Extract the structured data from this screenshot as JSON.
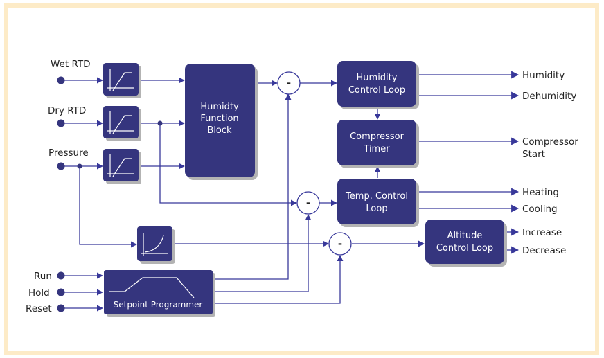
{
  "colors": {
    "frame": "#fdebc7",
    "block": "#35357e",
    "block_shadow": "#b3b3b3",
    "line": "#38389a",
    "text": "#222222"
  },
  "inputs": {
    "wet_rtd": "Wet RTD",
    "dry_rtd": "Dry RTD",
    "pressure": "Pressure",
    "run": "Run",
    "hold": "Hold",
    "reset": "Reset"
  },
  "blocks": {
    "function_block": [
      "Humidty",
      "Function",
      "Block"
    ],
    "humidity_loop": [
      "Humidity",
      "Control Loop"
    ],
    "compressor_timer": [
      "Compressor",
      "Timer"
    ],
    "temp_loop": [
      "Temp. Control",
      "Loop"
    ],
    "altitude_loop": [
      "Altitude",
      "Control Loop"
    ],
    "setpoint_programmer": "Setpoint Programmer"
  },
  "summing_junction_symbol": "-",
  "outputs": {
    "humidity": "Humidity",
    "dehumidity": "Dehumidity",
    "compressor_start": [
      "Compressor",
      "Start"
    ],
    "heating": "Heating",
    "cooling": "Cooling",
    "increase": "Increase",
    "decrease": "Decrease"
  },
  "icons": {
    "linearizer": "linearizer-curve-icon",
    "pressure_curve": "sqrt-curve-icon",
    "programmer_profile": "ramp-dwell-profile-icon"
  }
}
